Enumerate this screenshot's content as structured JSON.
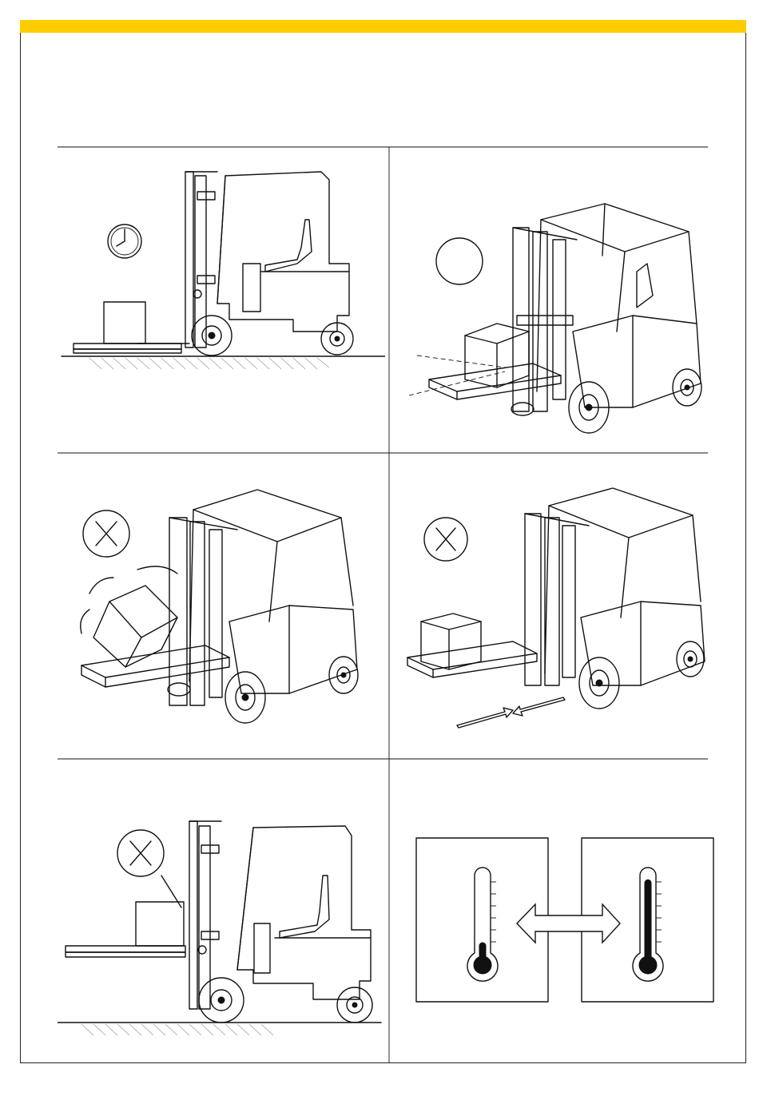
{
  "colors": {
    "accent_bar": "#FFCC00",
    "line": "#111111",
    "background": "#FFFFFF"
  },
  "panels": [
    {
      "id": "panel-1",
      "icon": "clock-icon"
    },
    {
      "id": "panel-2",
      "icon": "blank-circle-icon"
    },
    {
      "id": "panel-3",
      "icon": "prohibited-x-icon"
    },
    {
      "id": "panel-4",
      "icon": "prohibited-x-icon"
    },
    {
      "id": "panel-5",
      "icon": "prohibited-x-icon"
    },
    {
      "id": "panel-6",
      "icon": "thermometer-icon",
      "thermometer_levels": [
        0.2,
        0.95
      ]
    }
  ]
}
